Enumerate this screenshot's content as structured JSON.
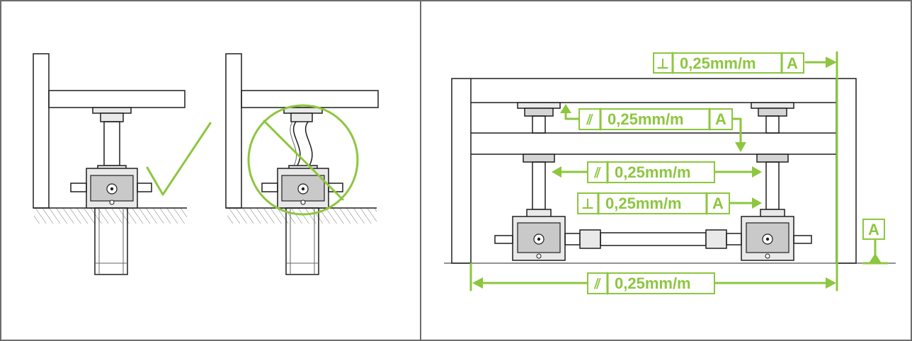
{
  "labels": {
    "perp_top": "⊥",
    "perp_top_value": "0,25mm/m",
    "perp_top_ref": "A",
    "para_top": "⫽",
    "para_top_value": "0,25mm/m",
    "para_top_ref": "A",
    "para_mid": "⫽",
    "para_mid_value": "0,25mm/m",
    "perp_mid": "⊥",
    "perp_mid_value": "0,25mm/m",
    "perp_mid_ref": "A",
    "para_bottom": "⫽",
    "para_bottom_value": "0,25mm/m",
    "datum": "A"
  },
  "colors": {
    "accent": "#8dc63f",
    "line": "#1f1f1f",
    "border": "#6d6d6d"
  },
  "icons": {
    "correct": "check-icon",
    "incorrect": "prohibited-icon"
  }
}
